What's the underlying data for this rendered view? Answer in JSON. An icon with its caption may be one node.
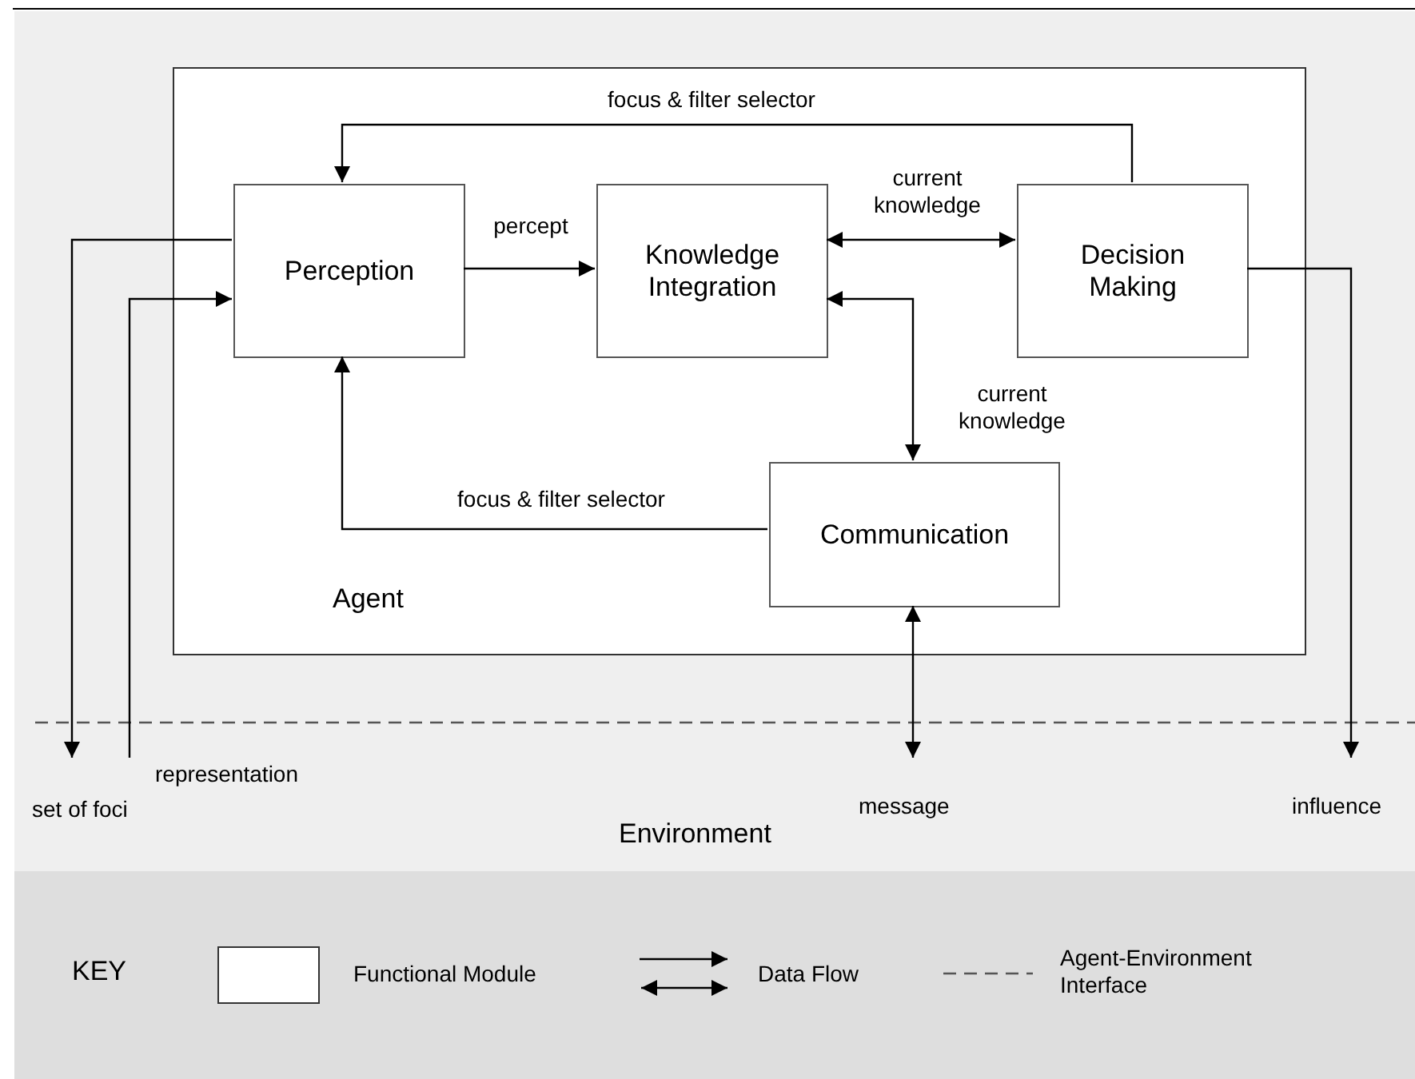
{
  "diagram": {
    "nodes": [
      {
        "text": [
          "Agent"
        ]
      },
      {
        "text": [
          "Perception"
        ],
        "in": 0
      },
      {
        "text": [
          "Knowledge Integration"
        ],
        "in": 0
      },
      {
        "text": [
          "Decision Making"
        ],
        "in": 0
      },
      {
        "text": [
          "Communication"
        ],
        "in": 0
      },
      {
        "text": [
          "set of foci"
        ]
      },
      {
        "text": [
          "representation"
        ]
      },
      {
        "text": [
          "message"
        ]
      },
      {
        "text": [
          "influence"
        ]
      }
    ],
    "edges": [
      {
        "from": 3,
        "to": 1,
        "arrow": "to",
        "label": "focus & filter selector"
      },
      {
        "from": 1,
        "to": 2,
        "arrow": "to",
        "label": "percept"
      },
      {
        "from": 2,
        "to": 3,
        "arrow": "both",
        "label": "current knowledge"
      },
      {
        "from": 2,
        "to": 4,
        "arrow": "both",
        "label": "current knowledge"
      },
      {
        "from": 4,
        "to": 1,
        "arrow": "to",
        "label": "focus & filter selector"
      },
      {
        "from": 1,
        "to": 5,
        "arrow": "to"
      },
      {
        "from": 6,
        "to": 1,
        "arrow": "to"
      },
      {
        "from": 4,
        "to": 7,
        "arrow": "both"
      },
      {
        "from": 3,
        "to": 8,
        "arrow": "to"
      }
    ],
    "labels": [
      "Environment",
      "KEY"
    ],
    "legend": [
      {
        "text": "Functional Module"
      },
      {
        "text": "Data Flow"
      },
      {
        "text": "Agent-Environment Interface"
      }
    ]
  }
}
